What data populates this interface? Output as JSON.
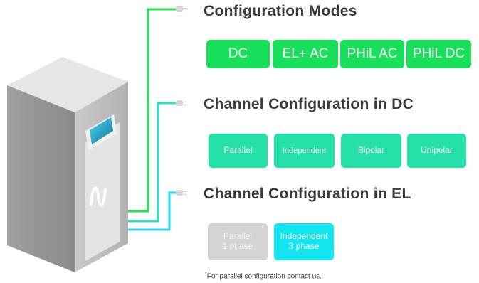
{
  "sections": {
    "modes": {
      "title": "Configuration Modes",
      "items": [
        "DC",
        "EL+ AC",
        "PHiL AC",
        "PHiL DC"
      ]
    },
    "dc_channels": {
      "title": "Channel Configuration in DC",
      "items": [
        "Parallel",
        "Independent",
        "Bipolar",
        "Unipolar"
      ]
    },
    "el_channels": {
      "title": "Channel Configuration in EL",
      "items": [
        {
          "line1": "Parallel",
          "line2": "1 phase",
          "asterisk": "*"
        },
        {
          "line1": "Independent",
          "line2": "3 phase"
        }
      ]
    }
  },
  "footnote": {
    "asterisk": "*",
    "text": "For parallel configuration contact us."
  },
  "colors": {
    "mode_green": "#18e05a",
    "dc_teal": "#25e0a8",
    "el_cyan": "#14e6f0",
    "disabled_gray": "#d4d4d4",
    "line_green": "#1fe24f",
    "line_teal": "#2ae2c4",
    "line_cyan": "#1fd8f0"
  }
}
